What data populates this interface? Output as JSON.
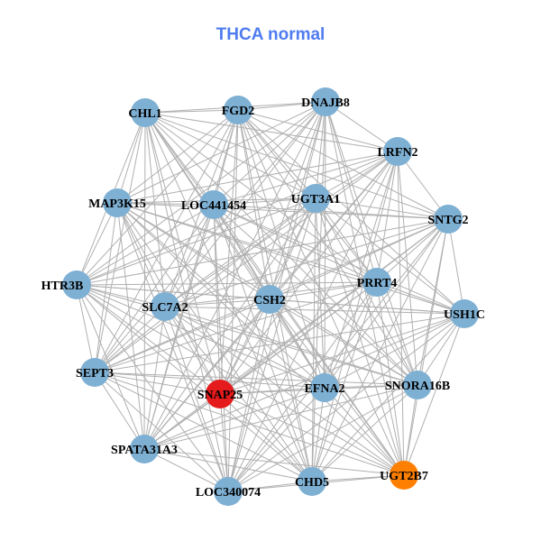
{
  "title": "THCA normal",
  "colors": {
    "default": "#7eb0d4",
    "highlight_red": "#e41a1c",
    "highlight_orange": "#ff7f00",
    "edge": "#b0b0b0"
  },
  "nodes": [
    {
      "label": "CHL1",
      "color": "#7eb0d4"
    },
    {
      "label": "FGD2",
      "color": "#7eb0d4"
    },
    {
      "label": "DNAJB8",
      "color": "#7eb0d4"
    },
    {
      "label": "LRFN2",
      "color": "#7eb0d4"
    },
    {
      "label": "MAP3K15",
      "color": "#7eb0d4"
    },
    {
      "label": "LOC441454",
      "color": "#7eb0d4"
    },
    {
      "label": "UGT3A1",
      "color": "#7eb0d4"
    },
    {
      "label": "SNTG2",
      "color": "#7eb0d4"
    },
    {
      "label": "HTR3B",
      "color": "#7eb0d4"
    },
    {
      "label": "PRRT4",
      "color": "#7eb0d4"
    },
    {
      "label": "SLC7A2",
      "color": "#7eb0d4"
    },
    {
      "label": "CSH2",
      "color": "#7eb0d4"
    },
    {
      "label": "USH1C",
      "color": "#7eb0d4"
    },
    {
      "label": "SEPT3",
      "color": "#7eb0d4"
    },
    {
      "label": "SNAP25",
      "color": "#e41a1c"
    },
    {
      "label": "EFNA2",
      "color": "#7eb0d4"
    },
    {
      "label": "SNORA16B",
      "color": "#7eb0d4"
    },
    {
      "label": "SPATA31A3",
      "color": "#7eb0d4"
    },
    {
      "label": "LOC340074",
      "color": "#7eb0d4"
    },
    {
      "label": "CHD5",
      "color": "#7eb0d4"
    },
    {
      "label": "UGT2B7",
      "color": "#ff7f00"
    }
  ],
  "adjacency": [
    [
      1,
      2,
      3,
      4,
      5,
      6,
      7,
      8,
      9,
      10,
      11,
      13,
      14,
      15,
      16,
      17,
      18,
      19,
      20
    ],
    [
      2,
      3,
      4,
      5,
      6,
      7,
      8,
      9,
      10,
      11,
      12,
      13,
      14,
      15,
      16,
      17,
      18,
      19,
      20
    ],
    [
      3,
      4,
      5,
      6,
      8,
      9,
      10,
      11,
      13,
      14,
      15,
      16,
      17,
      18,
      19,
      20
    ],
    [
      4,
      5,
      6,
      7,
      8,
      9,
      10,
      11,
      13,
      14,
      15,
      16,
      17,
      18,
      19,
      20
    ],
    [
      5,
      6,
      7,
      8,
      9,
      10,
      11,
      12,
      13,
      14,
      15,
      16,
      17,
      18,
      19,
      20
    ],
    [
      6,
      7,
      8,
      9,
      10,
      11,
      12,
      13,
      14,
      15,
      16,
      17,
      18,
      19,
      20
    ],
    [
      7,
      8,
      9,
      10,
      11,
      12,
      13,
      14,
      15,
      16,
      17,
      18,
      19,
      20
    ],
    [
      8,
      9,
      10,
      11,
      12,
      13,
      14,
      15,
      16,
      17,
      18,
      19,
      20
    ],
    [
      9,
      10,
      11,
      12,
      13,
      14,
      15,
      16,
      17,
      18,
      19,
      20
    ],
    [
      10,
      11,
      12,
      13,
      14,
      15,
      16,
      17,
      18,
      19,
      20
    ],
    [
      11,
      12,
      13,
      14,
      15,
      16,
      17,
      18,
      19,
      20
    ],
    [
      12,
      13,
      14,
      15,
      16,
      17,
      18,
      19,
      20
    ],
    [
      13,
      14,
      15,
      16,
      17,
      18,
      19,
      20
    ],
    [
      14,
      15,
      16,
      17,
      18,
      19,
      20
    ],
    [
      15,
      16,
      17,
      18,
      19,
      20
    ],
    [
      16,
      17,
      18,
      19,
      20
    ],
    [
      17,
      18,
      19,
      20
    ],
    [
      18,
      19,
      20
    ],
    [
      19,
      20
    ],
    [
      20
    ],
    []
  ]
}
